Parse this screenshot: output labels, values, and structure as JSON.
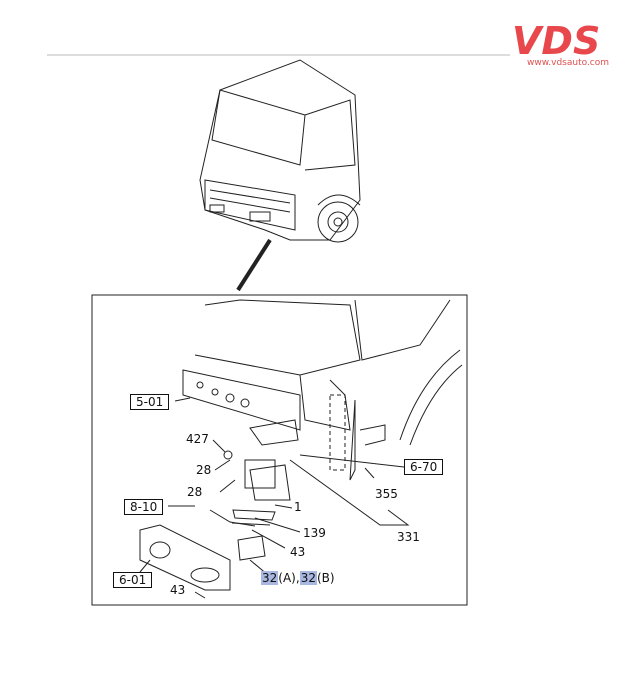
{
  "logo": {
    "brand": "VDS",
    "url_text": "www.vdsauto.com",
    "color": "#e8474c"
  },
  "callouts": {
    "ref_5_01": "5-01",
    "ref_8_10": "8-10",
    "ref_6_01": "6-01",
    "ref_6_70": "6-70",
    "p427": "427",
    "p28a": "28",
    "p28b": "28",
    "p1": "1",
    "p139": "139",
    "p43a": "43",
    "p43b": "43",
    "p331": "331",
    "p355": "355",
    "p32a": "32",
    "p32a_suffix": "(A)",
    "sep": ",",
    "p32b": "32",
    "p32b_suffix": "(B)"
  },
  "highlight_color": "#a9b8e0"
}
